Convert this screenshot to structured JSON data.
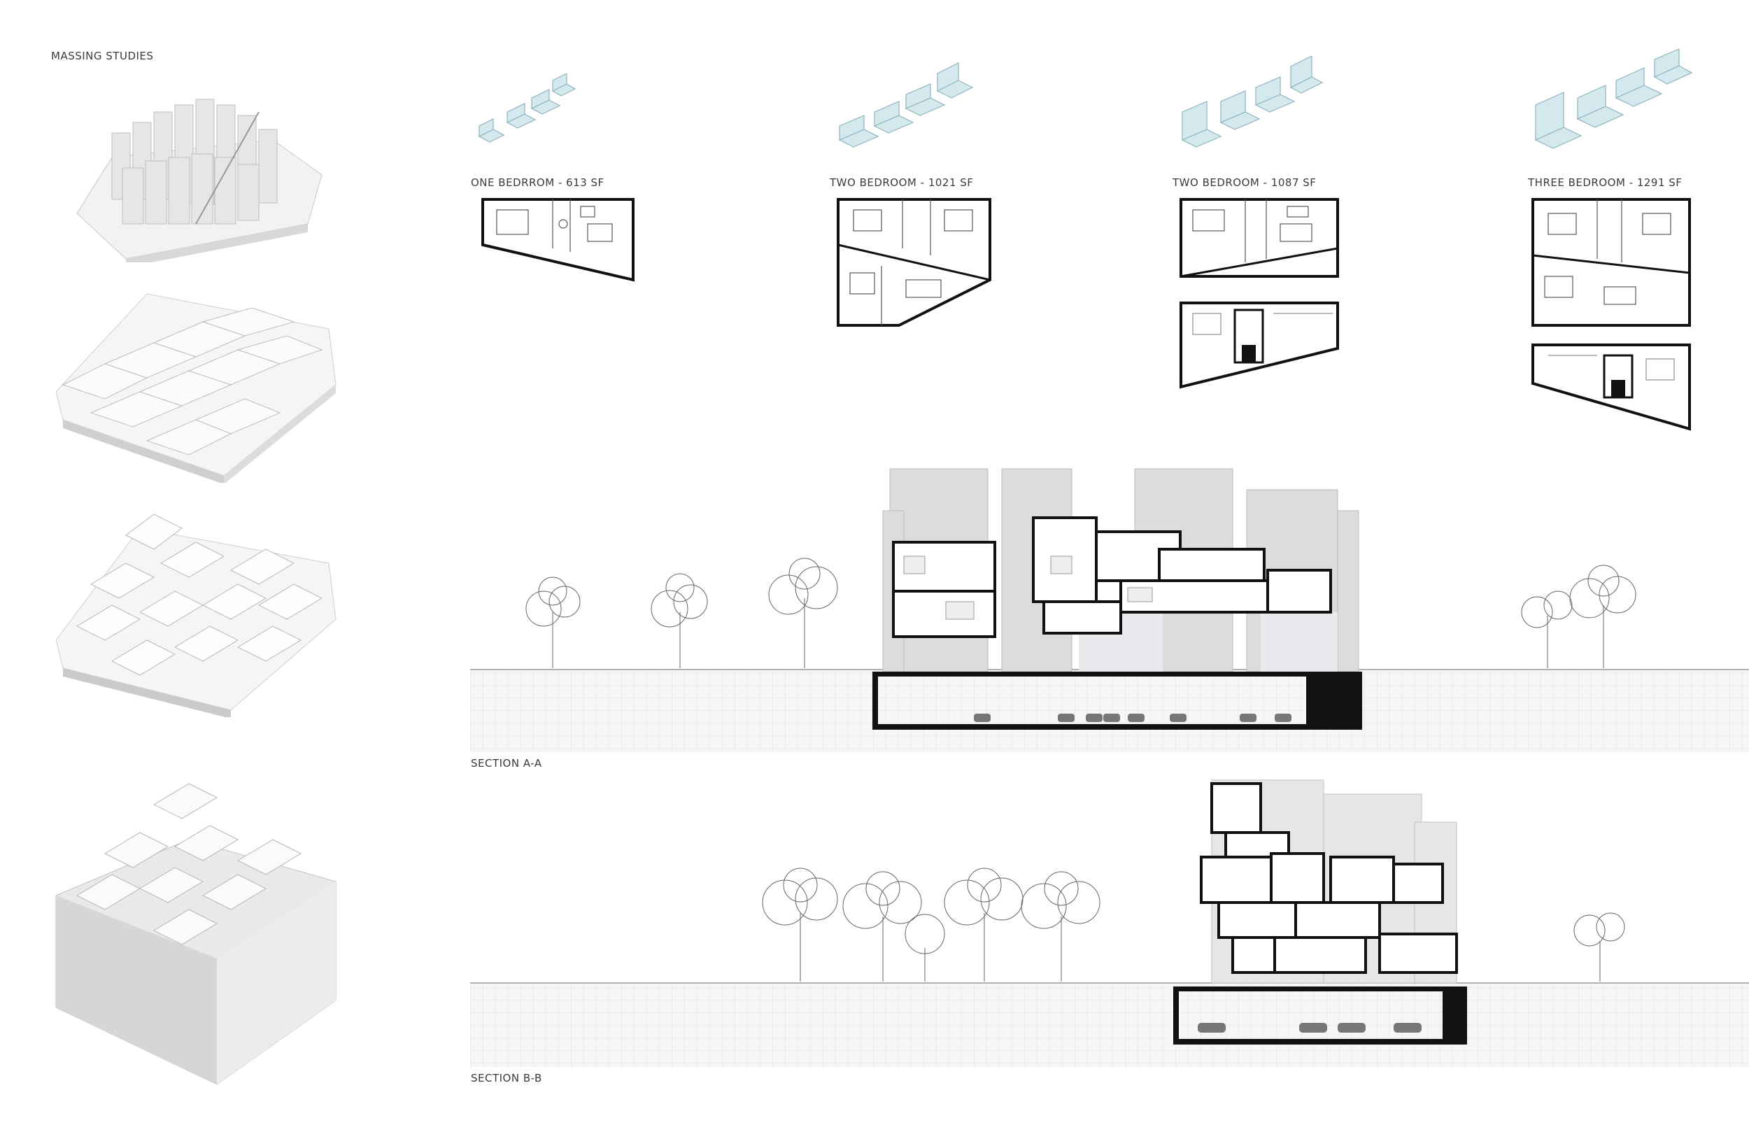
{
  "board": {
    "massing_title": "MASSING STUDIES",
    "units": [
      {
        "label": "ONE BEDRROM - 613 SF"
      },
      {
        "label": "TWO BEDROOM - 1021 SF"
      },
      {
        "label": "TWO BEDROOM - 1087 SF"
      },
      {
        "label": "THREE BEDROOM - 1291 SF"
      }
    ],
    "sections": [
      {
        "label": "SECTION A-A"
      },
      {
        "label": "SECTION B-B"
      }
    ]
  },
  "colors": {
    "glass": "#d4e9ee",
    "glass_stroke": "#8fb3bd",
    "ground_grid": "#f4f4f4",
    "poche": "#111111",
    "facade_grey": "#d9d9d9",
    "facade_light": "#e9ebee"
  }
}
